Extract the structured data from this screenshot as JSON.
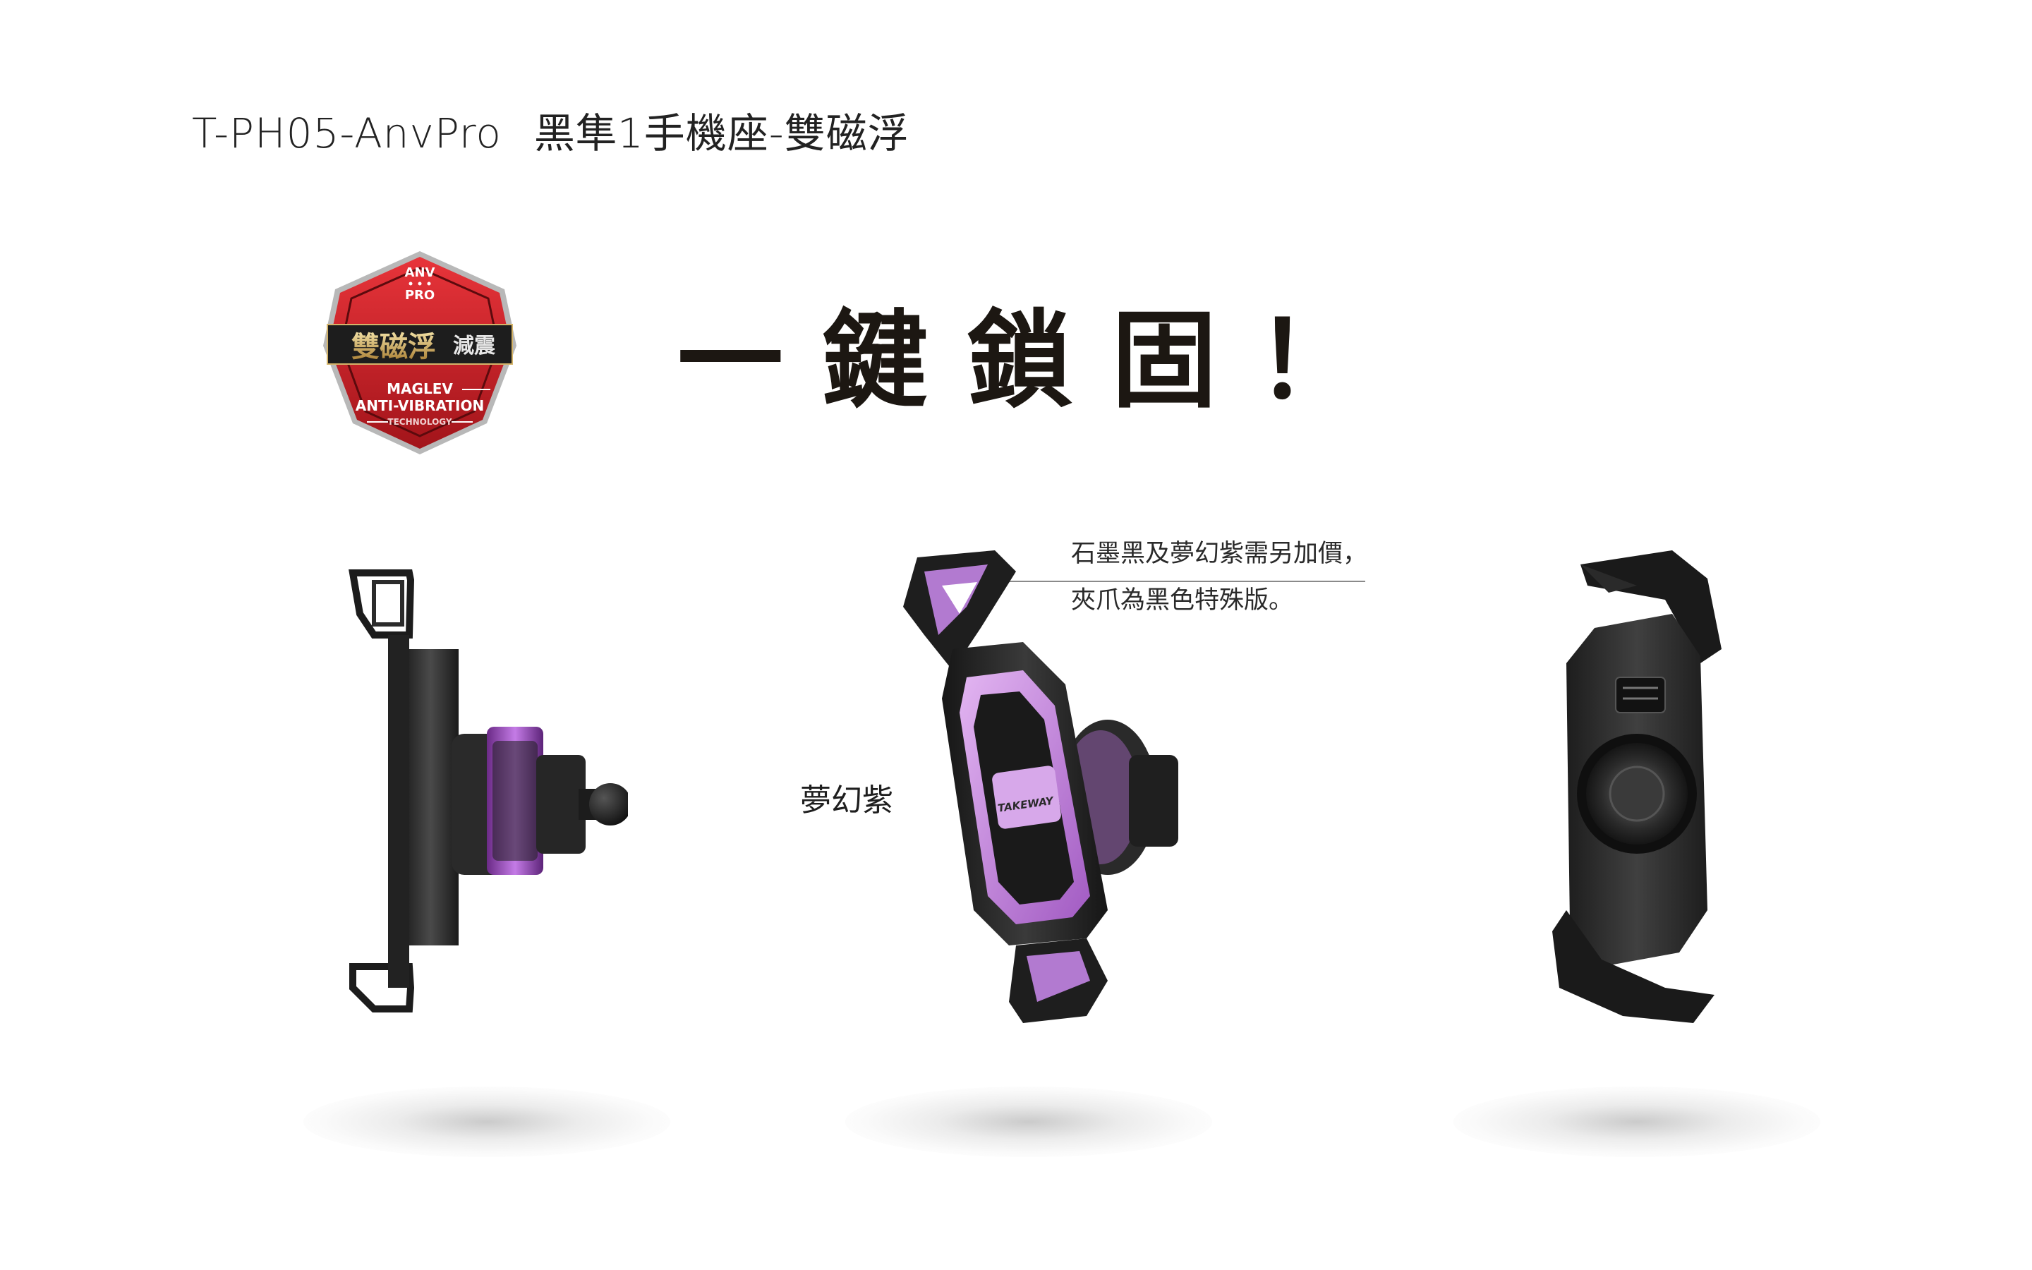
{
  "header": {
    "model": "T-PH05-AnvPro",
    "product_name": "黑隼1手機座-雙磁浮"
  },
  "badge": {
    "top_text_1": "ANV",
    "top_text_2": "PRO",
    "main_text": "雙磁浮",
    "main_text_2": "減震",
    "line_1": "MAGLEV",
    "line_2": "ANTI-VIBRATION",
    "line_3": "TECHNOLOGY",
    "colors": {
      "red": "#d41f26",
      "dark_red": "#7a0d10",
      "gold": "#c8a45a",
      "silver": "#d9d9d9"
    }
  },
  "slogan": "一鍵鎖固！",
  "note": {
    "line_1": "石墨黑及夢幻紫需另加價，",
    "line_2": "夾爪為黑色特殊版。"
  },
  "color_label": "夢幻紫",
  "products": [
    {
      "view": "side-view",
      "accent_color": "#a450c8"
    },
    {
      "view": "front-view",
      "accent_color": "#c88ae0",
      "logo_text": "TAKEWAY"
    },
    {
      "view": "back-view",
      "accent_color": "#2a2a2a"
    }
  ]
}
